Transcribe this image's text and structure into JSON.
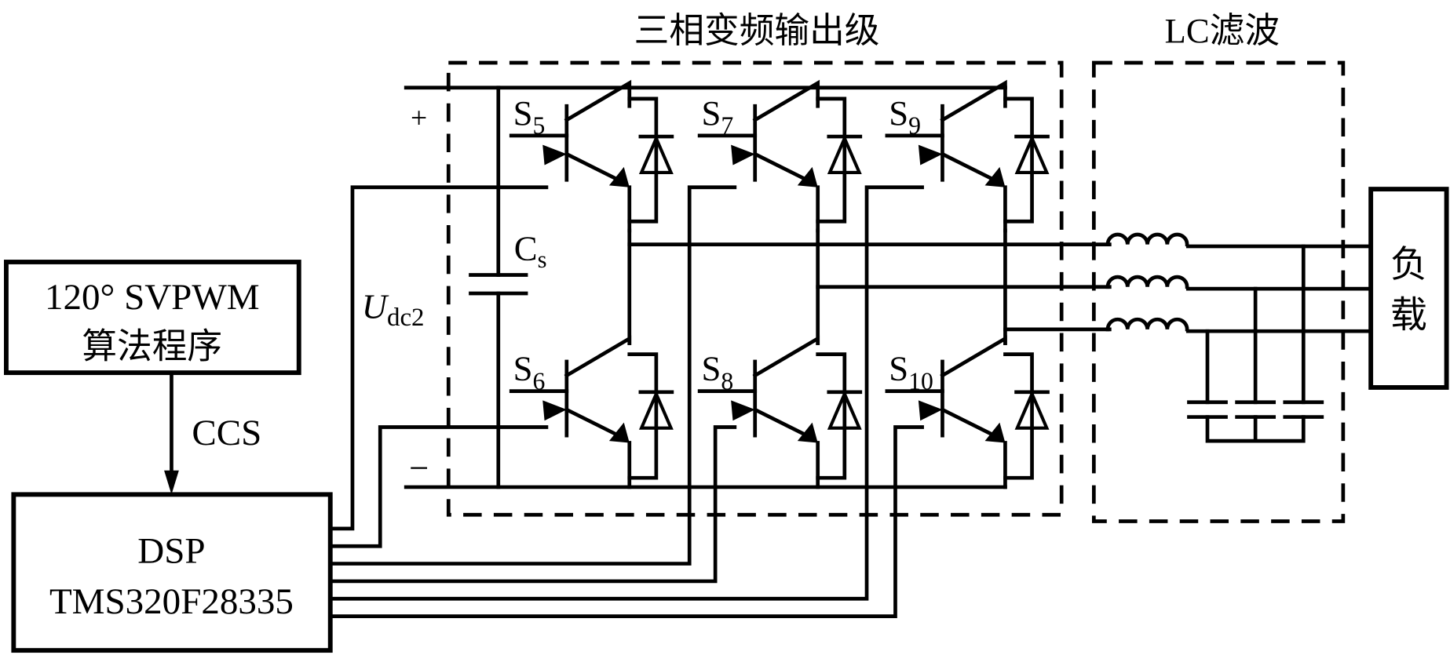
{
  "title_inverter": "三相变频输出级",
  "title_filter": "LC滤波",
  "svpwm_box": {
    "line1": "120° SVPWM",
    "line2": "算法程序"
  },
  "ccs_label": "CCS",
  "dsp_box": {
    "line1": "DSP",
    "line2": "TMS320F28335"
  },
  "dc_bus": {
    "plus": "+",
    "minus": "−",
    "voltage_label": "U",
    "voltage_sub": "dc2"
  },
  "capacitor": {
    "label": "C",
    "sub": "s"
  },
  "switches": [
    {
      "label": "S",
      "sub": "5"
    },
    {
      "label": "S",
      "sub": "7"
    },
    {
      "label": "S",
      "sub": "9"
    },
    {
      "label": "S",
      "sub": "6"
    },
    {
      "label": "S",
      "sub": "8"
    },
    {
      "label": "S",
      "sub": "10"
    }
  ],
  "load_box": {
    "line1": "负",
    "line2": "载"
  }
}
